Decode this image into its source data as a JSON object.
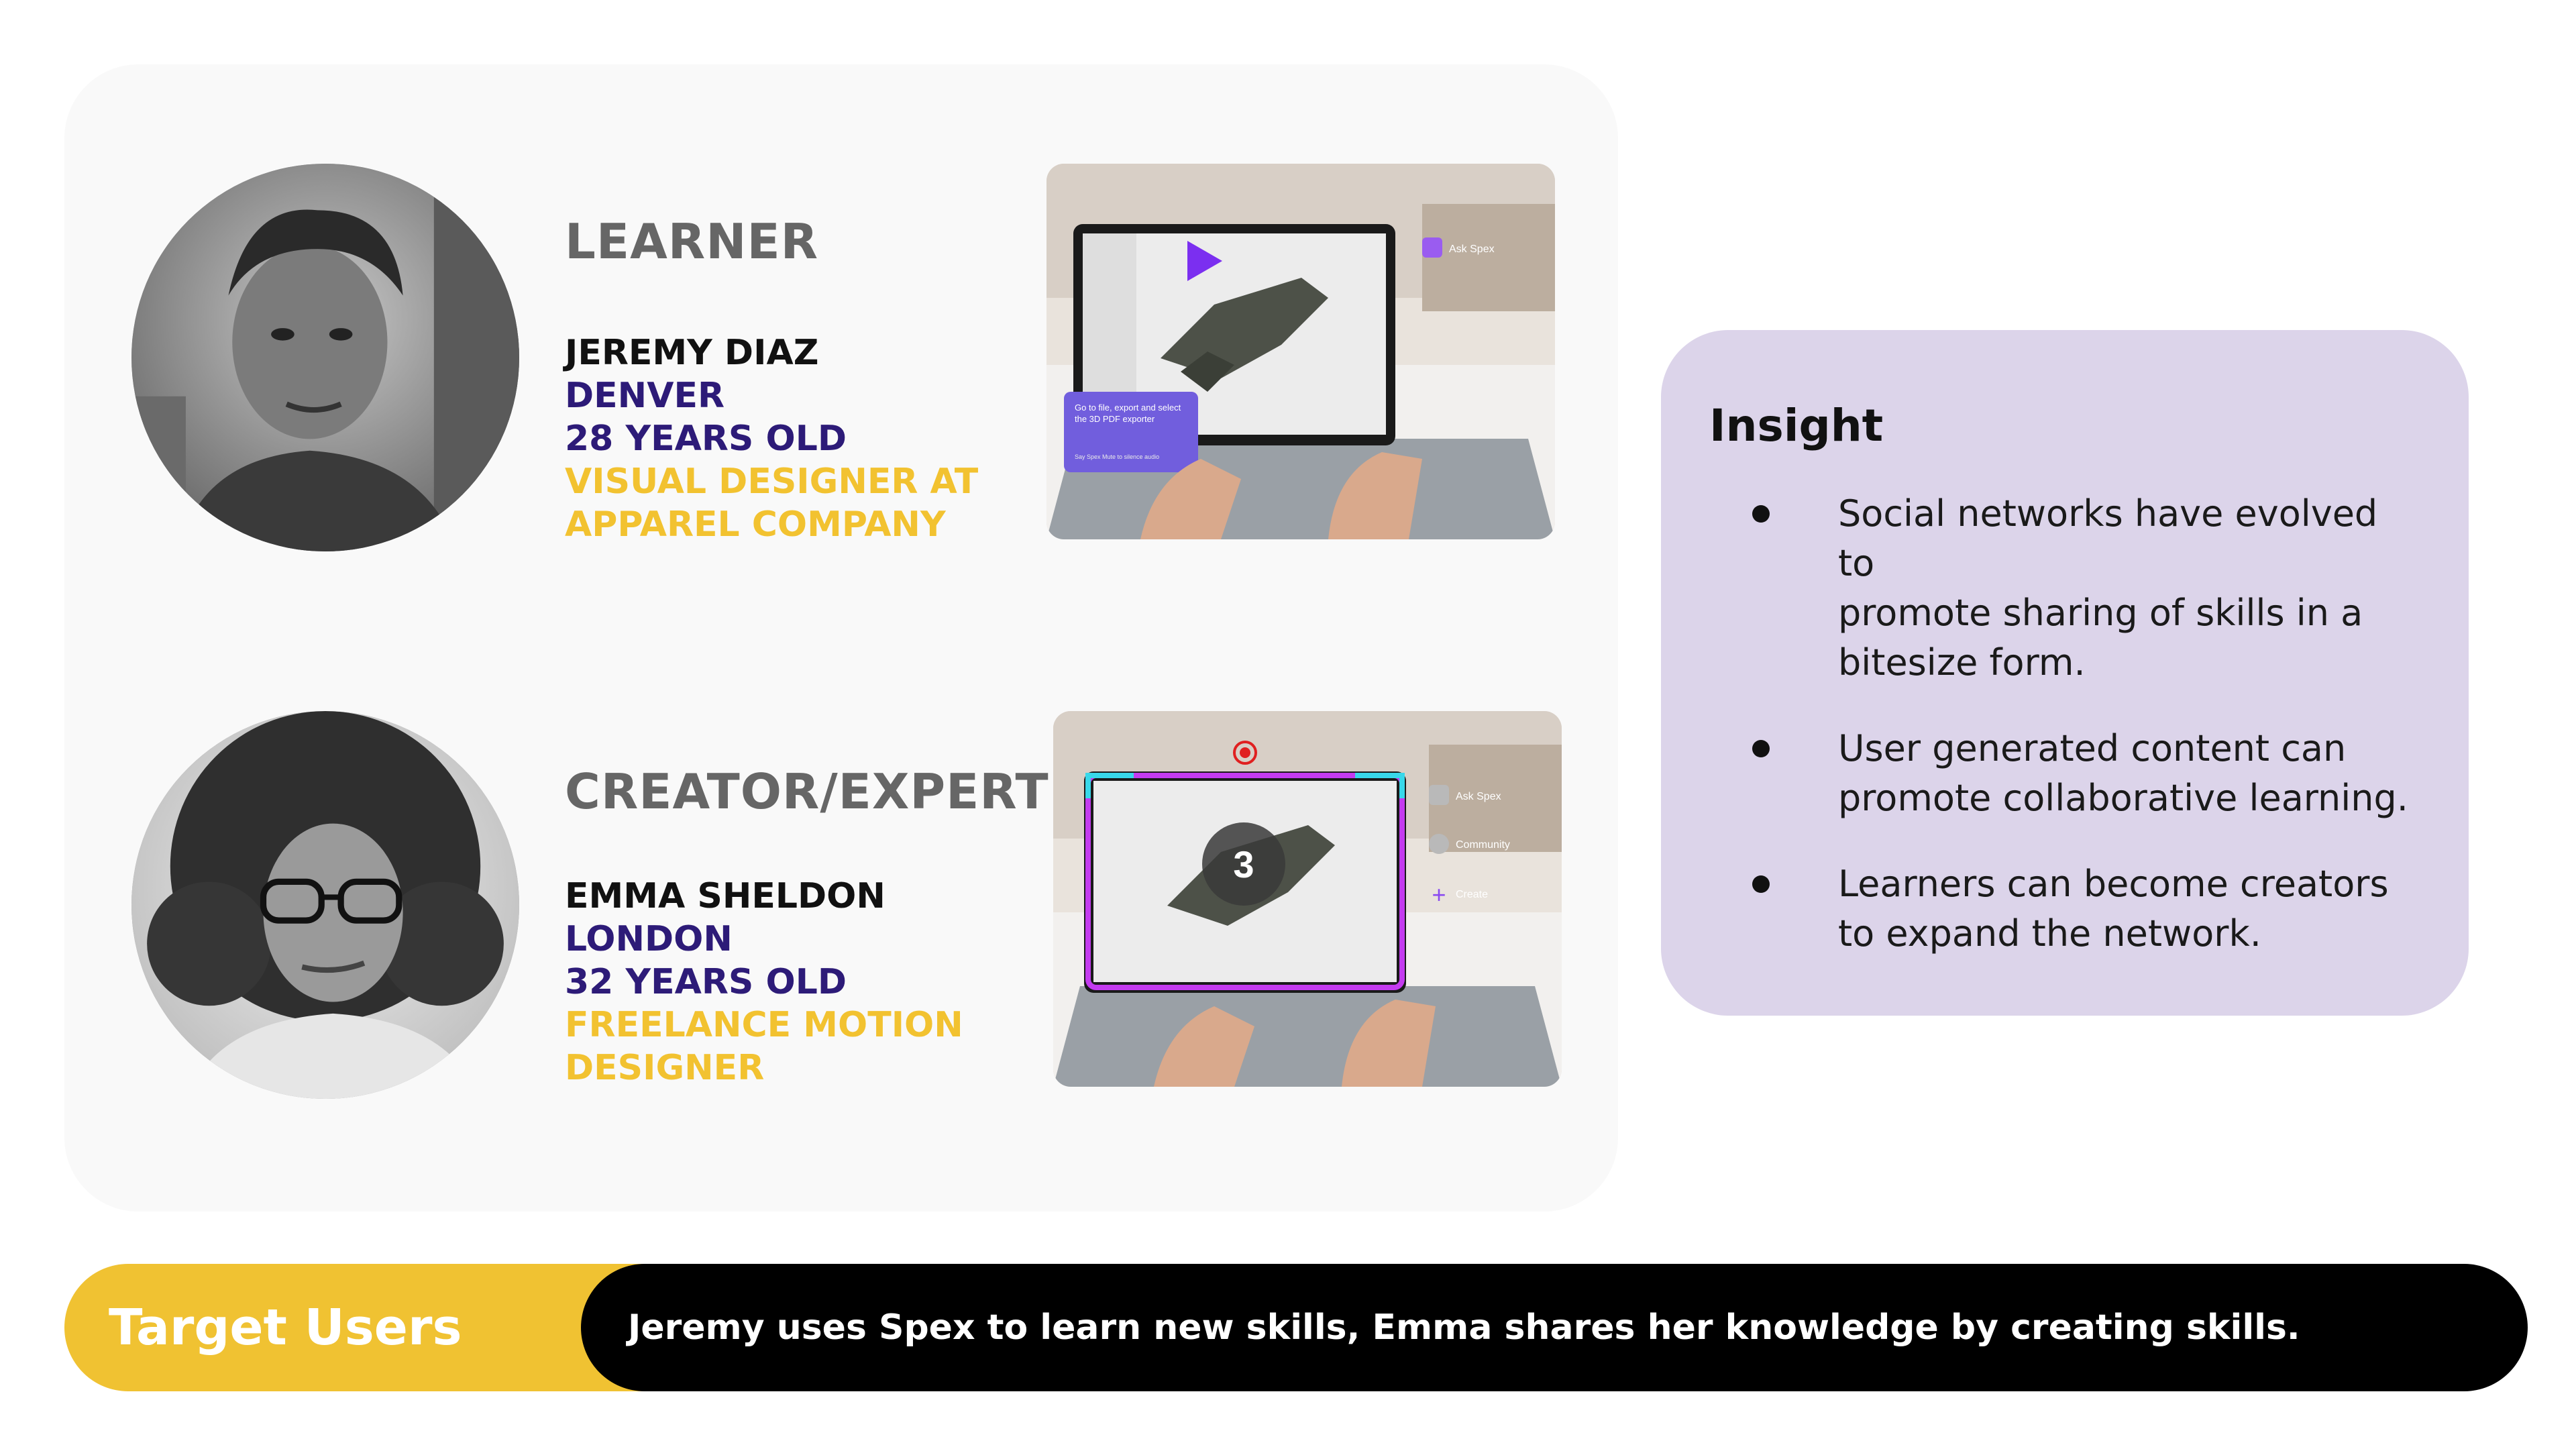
{
  "personas": [
    {
      "role": "LEARNER",
      "name": "JEREMY DIAZ",
      "city": "DENVER",
      "age": "28 YEARS OLD",
      "job_line1": "VISUAL DESIGNER AT",
      "job_line2": "APPAREL COMPANY"
    },
    {
      "role": "CREATOR/EXPERT",
      "name": "EMMA SHELDON",
      "city": "LONDON",
      "age": "32 YEARS OLD",
      "job_line1": "FREELANCE MOTION",
      "job_line2": "DESIGNER"
    }
  ],
  "insight": {
    "title": "Insight",
    "items": [
      {
        "line1": "Social networks have evolved to",
        "line2": "promote sharing of skills in a",
        "line3": "bitesize form."
      },
      {
        "line1": "User generated content can",
        "line2": "promote collaborative learning."
      },
      {
        "line1": "Learners can become creators",
        "line2": "to expand the network."
      }
    ]
  },
  "banner": {
    "label": "Target Users",
    "text": "Jeremy uses Spex to learn new skills, Emma shares her knowledge by creating skills."
  },
  "laptop_screens": {
    "tooltip_line1": "Go to file, export and select",
    "tooltip_line2": "the 3D PDF exporter",
    "tooltip_hint": "Say Spex Mute to silence audio",
    "ask_label": "Ask Spex",
    "community_label": "Community",
    "create_label": "Create",
    "countdown": "3"
  },
  "colors": {
    "card_bg": "#f9f9f9",
    "insight_bg": "#dcd4ea",
    "name": "#111111",
    "city_age": "#2d1b78",
    "job": "#f2c230",
    "role": "#666666",
    "banner_yellow": "#f0c232",
    "banner_black": "#000000"
  }
}
